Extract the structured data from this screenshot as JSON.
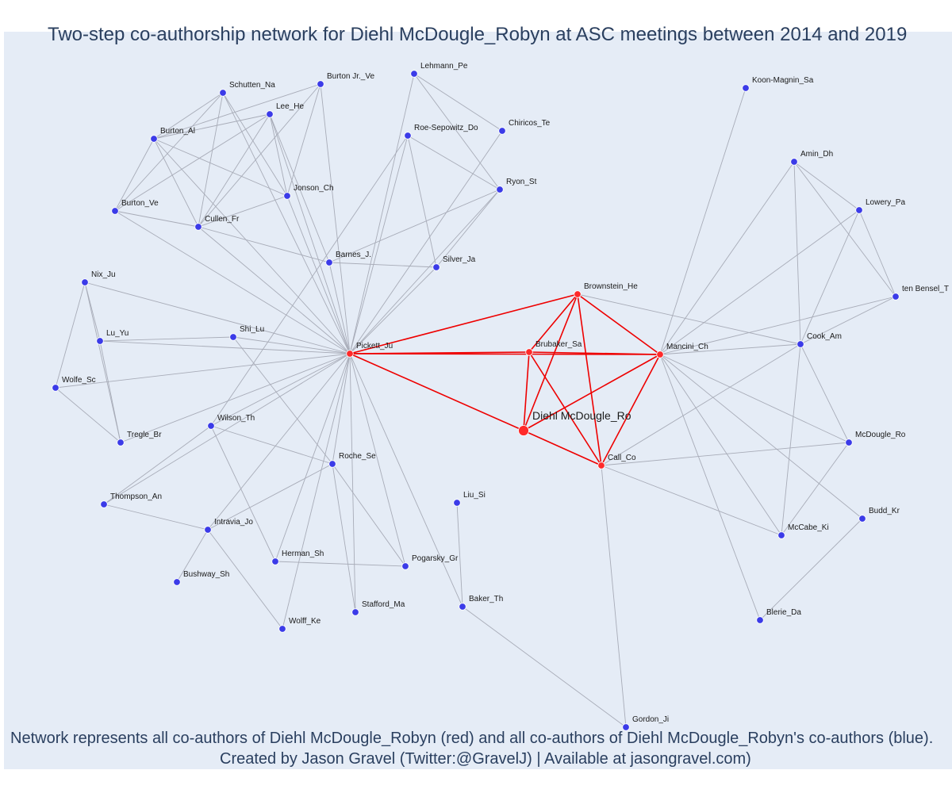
{
  "title": "Two-step co-authorship network for Diehl McDougle_Robyn at ASC meetings between 2014 and 2019",
  "footer": {
    "line1": "Network represents all co-authors of Diehl McDougle_Robyn (red) and all co-authors of Diehl McDougle_Robyn's co-authors (blue).",
    "line2": "Created by Jason Gravel (Twitter:@GravelJ) | Available at jasongravel.com)"
  },
  "colors": {
    "background": "#e5ecf6",
    "red_node": "#ff2a2a",
    "blue_node": "#3b3be8",
    "red_edge": "#ee0000",
    "gray_edge": "#a8acb8",
    "text": "#2a3f5f"
  },
  "chart_data": {
    "type": "network",
    "focal": "Diehl McDougle_Ro",
    "nodes": [
      {
        "id": "Diehl McDougle_Ro",
        "group": "focal"
      },
      {
        "id": "Pickett_Ju",
        "group": "red"
      },
      {
        "id": "Brubaker_Sa",
        "group": "red"
      },
      {
        "id": "Brownstein_He",
        "group": "red"
      },
      {
        "id": "Mancini_Ch",
        "group": "red"
      },
      {
        "id": "Call_Co",
        "group": "red"
      },
      {
        "id": "Lehmann_Pe",
        "group": "blue"
      },
      {
        "id": "Burton Jr._Ve",
        "group": "blue"
      },
      {
        "id": "Schutten_Na",
        "group": "blue"
      },
      {
        "id": "Lee_He",
        "group": "blue"
      },
      {
        "id": "Burton_Al",
        "group": "blue"
      },
      {
        "id": "Chiricos_Te",
        "group": "blue"
      },
      {
        "id": "Roe-Sepowitz_Do",
        "group": "blue"
      },
      {
        "id": "Jonson_Ch",
        "group": "blue"
      },
      {
        "id": "Ryon_St",
        "group": "blue"
      },
      {
        "id": "Burton_Ve",
        "group": "blue"
      },
      {
        "id": "Cullen_Fr",
        "group": "blue"
      },
      {
        "id": "Barnes_J.",
        "group": "blue"
      },
      {
        "id": "Silver_Ja",
        "group": "blue"
      },
      {
        "id": "Nix_Ju",
        "group": "blue"
      },
      {
        "id": "Lu_Yu",
        "group": "blue"
      },
      {
        "id": "Shi_Lu",
        "group": "blue"
      },
      {
        "id": "Wolfe_Sc",
        "group": "blue"
      },
      {
        "id": "Wilson_Th",
        "group": "blue"
      },
      {
        "id": "Tregle_Br",
        "group": "blue"
      },
      {
        "id": "Roche_Se",
        "group": "blue"
      },
      {
        "id": "Thompson_An",
        "group": "blue"
      },
      {
        "id": "Intravia_Jo",
        "group": "blue"
      },
      {
        "id": "Herman_Sh",
        "group": "blue"
      },
      {
        "id": "Pogarsky_Gr",
        "group": "blue"
      },
      {
        "id": "Bushway_Sh",
        "group": "blue"
      },
      {
        "id": "Stafford_Ma",
        "group": "blue"
      },
      {
        "id": "Wolff_Ke",
        "group": "blue"
      },
      {
        "id": "Liu_Si",
        "group": "blue"
      },
      {
        "id": "Baker_Th",
        "group": "blue"
      },
      {
        "id": "Gordon_Ji",
        "group": "blue"
      },
      {
        "id": "Koon-Magnin_Sa",
        "group": "blue"
      },
      {
        "id": "Amin_Dh",
        "group": "blue"
      },
      {
        "id": "Lowery_Pa",
        "group": "blue"
      },
      {
        "id": "ten Bensel_T",
        "group": "blue"
      },
      {
        "id": "Cook_Am",
        "group": "blue"
      },
      {
        "id": "McDougle_Ro",
        "group": "blue"
      },
      {
        "id": "Budd_Kr",
        "group": "blue"
      },
      {
        "id": "McCabe_Ki",
        "group": "blue"
      },
      {
        "id": "Blerie_Da",
        "group": "blue"
      }
    ],
    "edges": [
      [
        "Diehl McDougle_Ro",
        "Pickett_Ju"
      ],
      [
        "Diehl McDougle_Ro",
        "Brubaker_Sa"
      ],
      [
        "Diehl McDougle_Ro",
        "Brownstein_He"
      ],
      [
        "Diehl McDougle_Ro",
        "Mancini_Ch"
      ],
      [
        "Diehl McDougle_Ro",
        "Call_Co"
      ],
      [
        "Pickett_Ju",
        "Brubaker_Sa"
      ],
      [
        "Pickett_Ju",
        "Brownstein_He"
      ],
      [
        "Pickett_Ju",
        "Mancini_Ch"
      ],
      [
        "Brubaker_Sa",
        "Brownstein_He"
      ],
      [
        "Brubaker_Sa",
        "Mancini_Ch"
      ],
      [
        "Brubaker_Sa",
        "Call_Co"
      ],
      [
        "Brownstein_He",
        "Mancini_Ch"
      ],
      [
        "Brownstein_He",
        "Call_Co"
      ],
      [
        "Mancini_Ch",
        "Call_Co"
      ],
      [
        "Schutten_Na",
        "Burton_Al"
      ],
      [
        "Schutten_Na",
        "Jonson_Ch"
      ],
      [
        "Schutten_Na",
        "Cullen_Fr"
      ],
      [
        "Schutten_Na",
        "Burton_Ve"
      ],
      [
        "Schutten_Na",
        "Pickett_Ju"
      ],
      [
        "Burton Jr._Ve",
        "Burton_Al"
      ],
      [
        "Burton Jr._Ve",
        "Jonson_Ch"
      ],
      [
        "Burton Jr._Ve",
        "Cullen_Fr"
      ],
      [
        "Burton Jr._Ve",
        "Pickett_Ju"
      ],
      [
        "Lee_He",
        "Burton_Al"
      ],
      [
        "Lee_He",
        "Jonson_Ch"
      ],
      [
        "Lee_He",
        "Cullen_Fr"
      ],
      [
        "Lee_He",
        "Burton_Ve"
      ],
      [
        "Lee_He",
        "Pickett_Ju"
      ],
      [
        "Lee_He",
        "Barnes_J."
      ],
      [
        "Burton_Al",
        "Jonson_Ch"
      ],
      [
        "Burton_Al",
        "Cullen_Fr"
      ],
      [
        "Burton_Al",
        "Burton_Ve"
      ],
      [
        "Burton_Al",
        "Pickett_Ju"
      ],
      [
        "Burton_Ve",
        "Cullen_Fr"
      ],
      [
        "Burton_Ve",
        "Pickett_Ju"
      ],
      [
        "Cullen_Fr",
        "Jonson_Ch"
      ],
      [
        "Cullen_Fr",
        "Pickett_Ju"
      ],
      [
        "Cullen_Fr",
        "Barnes_J."
      ],
      [
        "Jonson_Ch",
        "Pickett_Ju"
      ],
      [
        "Barnes_J.",
        "Pickett_Ju"
      ],
      [
        "Barnes_J.",
        "Silver_Ja"
      ],
      [
        "Barnes_J.",
        "Ryon_St"
      ],
      [
        "Lehmann_Pe",
        "Chiricos_Te"
      ],
      [
        "Lehmann_Pe",
        "Ryon_St"
      ],
      [
        "Lehmann_Pe",
        "Pickett_Ju"
      ],
      [
        "Roe-Sepowitz_Do",
        "Ryon_St"
      ],
      [
        "Roe-Sepowitz_Do",
        "Silver_Ja"
      ],
      [
        "Roe-Sepowitz_Do",
        "Pickett_Ju"
      ],
      [
        "Roe-Sepowitz_Do",
        "Wilson_Th"
      ],
      [
        "Chiricos_Te",
        "Pickett_Ju"
      ],
      [
        "Ryon_St",
        "Pickett_Ju"
      ],
      [
        "Ryon_St",
        "Silver_Ja"
      ],
      [
        "Silver_Ja",
        "Pickett_Ju"
      ],
      [
        "Nix_Ju",
        "Lu_Yu"
      ],
      [
        "Nix_Ju",
        "Wolfe_Sc"
      ],
      [
        "Nix_Ju",
        "Pickett_Ju"
      ],
      [
        "Nix_Ju",
        "Tregle_Br"
      ],
      [
        "Lu_Yu",
        "Shi_Lu"
      ],
      [
        "Lu_Yu",
        "Pickett_Ju"
      ],
      [
        "Lu_Yu",
        "Tregle_Br"
      ],
      [
        "Wolfe_Sc",
        "Tregle_Br"
      ],
      [
        "Wolfe_Sc",
        "Pickett_Ju"
      ],
      [
        "Shi_Lu",
        "Pickett_Ju"
      ],
      [
        "Shi_Lu",
        "Roche_Se"
      ],
      [
        "Tregle_Br",
        "Pickett_Ju"
      ],
      [
        "Wilson_Th",
        "Pickett_Ju"
      ],
      [
        "Wilson_Th",
        "Roche_Se"
      ],
      [
        "Wilson_Th",
        "Thompson_An"
      ],
      [
        "Wilson_Th",
        "Herman_Sh"
      ],
      [
        "Roche_Se",
        "Pickett_Ju"
      ],
      [
        "Roche_Se",
        "Intravia_Jo"
      ],
      [
        "Roche_Se",
        "Pogarsky_Gr"
      ],
      [
        "Roche_Se",
        "Stafford_Ma"
      ],
      [
        "Thompson_An",
        "Intravia_Jo"
      ],
      [
        "Thompson_An",
        "Pickett_Ju"
      ],
      [
        "Intravia_Jo",
        "Pickett_Ju"
      ],
      [
        "Intravia_Jo",
        "Bushway_Sh"
      ],
      [
        "Intravia_Jo",
        "Wolff_Ke"
      ],
      [
        "Herman_Sh",
        "Pogarsky_Gr"
      ],
      [
        "Herman_Sh",
        "Pickett_Ju"
      ],
      [
        "Pogarsky_Gr",
        "Pickett_Ju"
      ],
      [
        "Stafford_Ma",
        "Pickett_Ju"
      ],
      [
        "Wolff_Ke",
        "Pickett_Ju"
      ],
      [
        "Liu_Si",
        "Baker_Th"
      ],
      [
        "Baker_Th",
        "Pickett_Ju"
      ],
      [
        "Baker_Th",
        "Gordon_Ji"
      ],
      [
        "Gordon_Ji",
        "Call_Co"
      ],
      [
        "Koon-Magnin_Sa",
        "Mancini_Ch"
      ],
      [
        "Amin_Dh",
        "Mancini_Ch"
      ],
      [
        "Amin_Dh",
        "Cook_Am"
      ],
      [
        "Amin_Dh",
        "Lowery_Pa"
      ],
      [
        "Amin_Dh",
        "ten Bensel_T"
      ],
      [
        "Lowery_Pa",
        "Mancini_Ch"
      ],
      [
        "Lowery_Pa",
        "ten Bensel_T"
      ],
      [
        "Lowery_Pa",
        "Cook_Am"
      ],
      [
        "ten Bensel_T",
        "Mancini_Ch"
      ],
      [
        "ten Bensel_T",
        "Cook_Am"
      ],
      [
        "Brownstein_He",
        "Cook_Am"
      ],
      [
        "Cook_Am",
        "Mancini_Ch"
      ],
      [
        "Cook_Am",
        "McDougle_Ro"
      ],
      [
        "Cook_Am",
        "McCabe_Ki"
      ],
      [
        "Cook_Am",
        "Call_Co"
      ],
      [
        "McDougle_Ro",
        "Mancini_Ch"
      ],
      [
        "McDougle_Ro",
        "Call_Co"
      ],
      [
        "McDougle_Ro",
        "McCabe_Ki"
      ],
      [
        "Budd_Kr",
        "Mancini_Ch"
      ],
      [
        "Budd_Kr",
        "Blerie_Da"
      ],
      [
        "McCabe_Ki",
        "Mancini_Ch"
      ],
      [
        "McCabe_Ki",
        "Call_Co"
      ],
      [
        "Blerie_Da",
        "Mancini_Ch"
      ]
    ]
  }
}
